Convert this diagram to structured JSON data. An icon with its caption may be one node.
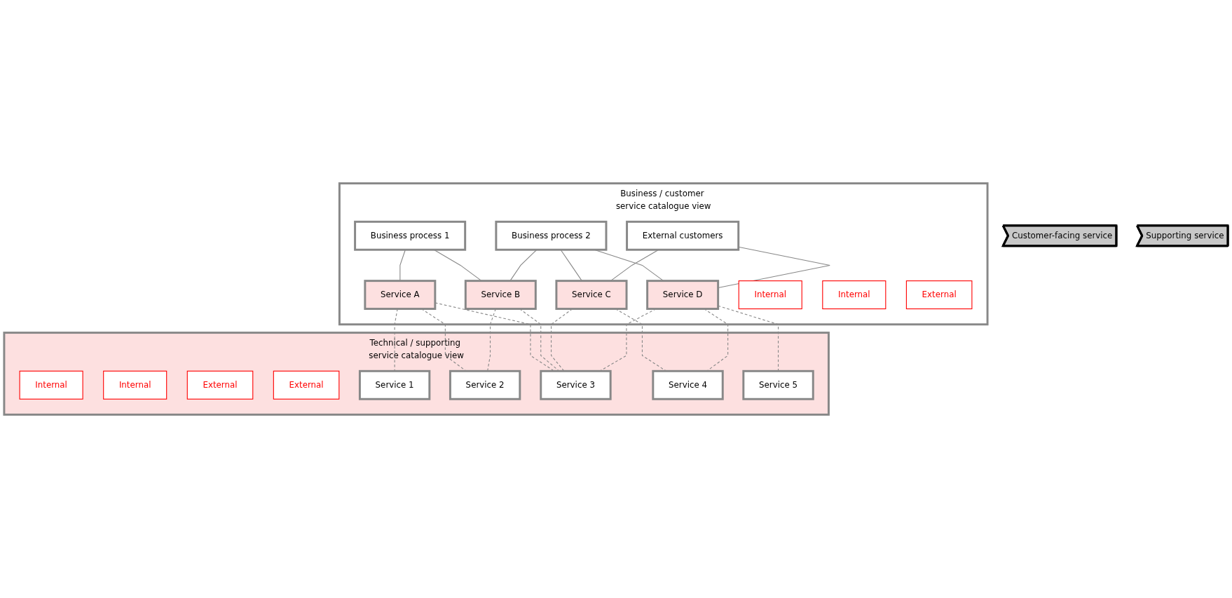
{
  "diagram": {
    "nodes": [
      {
        "text": [
          "Business / customer service catalogue view"
        ]
      },
      {
        "text": [
          "Business process 1"
        ],
        "in": 0
      },
      {
        "text": [
          "Business process 2"
        ],
        "in": 0
      },
      {
        "text": [
          "External customers"
        ],
        "in": 0
      },
      {
        "text": [
          "Service A"
        ],
        "in": 0
      },
      {
        "text": [
          "Service B"
        ],
        "in": 0
      },
      {
        "text": [
          "Service C"
        ],
        "in": 0
      },
      {
        "text": [
          "Service D"
        ],
        "in": 0
      },
      {
        "text": [
          "Internal"
        ],
        "in": 0
      },
      {
        "text": [
          "Internal"
        ],
        "in": 0
      },
      {
        "text": [
          "External"
        ],
        "in": 0
      },
      {
        "text": [
          "Customer-facing service"
        ]
      },
      {
        "text": [
          "Technical / supporting service catalogue view"
        ]
      },
      {
        "text": [
          "Internal"
        ],
        "in": 12
      },
      {
        "text": [
          "Internal"
        ],
        "in": 12
      },
      {
        "text": [
          "External"
        ],
        "in": 12
      },
      {
        "text": [
          "External"
        ],
        "in": 12
      },
      {
        "text": [
          "Service 1"
        ],
        "in": 12
      },
      {
        "text": [
          "Service 2"
        ],
        "in": 12
      },
      {
        "text": [
          "Service 3"
        ],
        "in": 12
      },
      {
        "text": [
          "Service 4"
        ],
        "in": 12
      },
      {
        "text": [
          "Service 5"
        ],
        "in": 12
      },
      {
        "text": [
          "Supporting service"
        ]
      }
    ],
    "edges": [
      {
        "from": 1,
        "to": 4,
        "arrow": "none"
      },
      {
        "from": 1,
        "to": 5,
        "arrow": "none"
      },
      {
        "from": 2,
        "to": 5,
        "arrow": "none"
      },
      {
        "from": 2,
        "to": 6,
        "arrow": "none"
      },
      {
        "from": 2,
        "to": 7,
        "arrow": "none"
      },
      {
        "from": 3,
        "to": 6,
        "arrow": "none"
      },
      {
        "from": 3,
        "to": 7,
        "arrow": "none"
      },
      {
        "from": 4,
        "to": 17,
        "arrow": "none",
        "style": "dashed"
      },
      {
        "from": 4,
        "to": 18,
        "arrow": "none",
        "style": "dashed"
      },
      {
        "from": 4,
        "to": 19,
        "arrow": "none",
        "style": "dashed"
      },
      {
        "from": 5,
        "to": 18,
        "arrow": "none",
        "style": "dashed"
      },
      {
        "from": 5,
        "to": 19,
        "arrow": "none",
        "style": "dashed"
      },
      {
        "from": 6,
        "to": 19,
        "arrow": "none",
        "style": "dashed"
      },
      {
        "from": 6,
        "to": 20,
        "arrow": "none",
        "style": "dashed"
      },
      {
        "from": 7,
        "to": 19,
        "arrow": "none",
        "style": "dashed"
      },
      {
        "from": 7,
        "to": 20,
        "arrow": "none",
        "style": "dashed"
      },
      {
        "from": 7,
        "to": 21,
        "arrow": "none",
        "style": "dashed"
      }
    ]
  }
}
